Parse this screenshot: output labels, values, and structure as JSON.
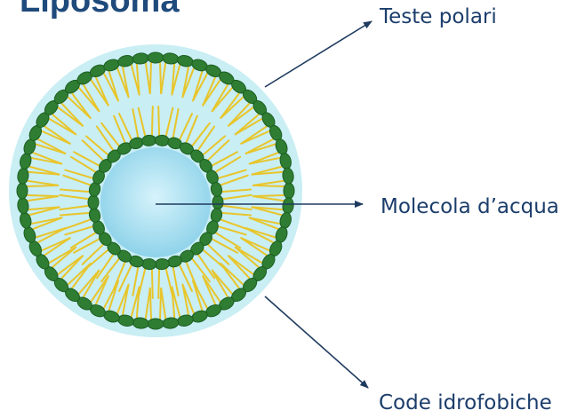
{
  "title": "Liposoma",
  "labels": {
    "heads": "Teste polari",
    "water": "Molecola d’acqua",
    "tails": "Code idrofobiche"
  },
  "colors": {
    "title": "#1f4a7c",
    "label": "#1b3d6b",
    "head": "#2f7d32",
    "head_dark": "#1b5e20",
    "tail": "#e8c52a",
    "outer_halo": "#c9eef4",
    "core": "#aee3f2",
    "arrow": "#1f3a5f"
  }
}
